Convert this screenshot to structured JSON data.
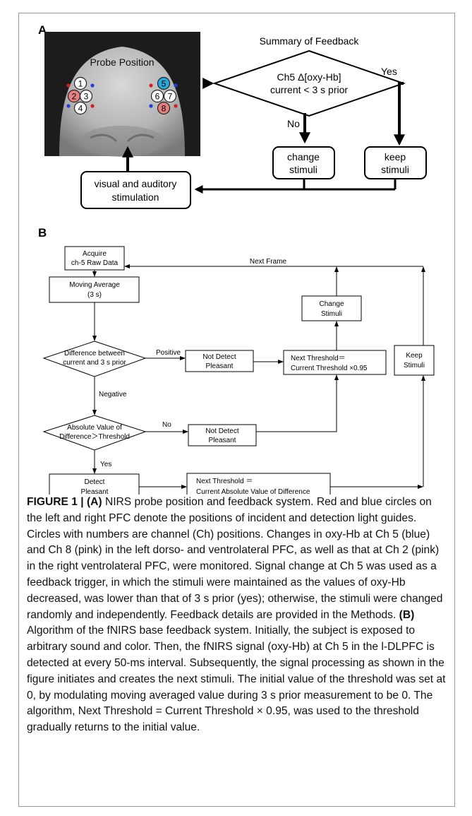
{
  "panel_a": {
    "label": "A",
    "probe_title": "Probe Position",
    "channels": [
      "1",
      "2",
      "3",
      "4",
      "5",
      "6",
      "7",
      "8"
    ],
    "summary_title": "Summary of Feedback",
    "decision_line1": "Ch5 Δ[oxy-Hb]",
    "decision_line2": "current < 3 s prior",
    "yes": "Yes",
    "no": "No",
    "change_line1": "change",
    "change_line2": "stimuli",
    "keep_line1": "keep",
    "keep_line2": "stimuli",
    "visual_line1": "visual and auditory",
    "visual_line2": "stimulation",
    "colors": {
      "ch_blue": "#29a8dc",
      "ch_pink": "#e88080",
      "dot_red": "#d42020",
      "dot_blue": "#1f3fd6",
      "photo_bg": "#1a1a1a"
    }
  },
  "panel_b": {
    "label": "B",
    "acquire_line1": "Acquire",
    "acquire_line2": "ch-5 Raw Data",
    "next_frame": "Next Frame",
    "moving_line1": "Moving Average",
    "moving_line2": "(3 s)",
    "diff_line1": "Difference between",
    "diff_line2": "current and 3 s prior",
    "positive": "Positive",
    "negative": "Negative",
    "notdetect1_line1": "Not Detect",
    "notdetect1_line2": "Pleasant",
    "nextthr1_line1": "Next Threshold＝",
    "nextthr1_line2": "Current Threshold ×0.95",
    "change_line1": "Change",
    "change_line2": "Stimuli",
    "keep_line1": "Keep",
    "keep_line2": "Stimuli",
    "abs_line1": "Absolute Value of",
    "abs_line2": "Difference＞Threshold",
    "no": "No",
    "yes": "Yes",
    "notdetect2_line1": "Not Detect",
    "notdetect2_line2": "Pleasant",
    "detect_line1": "Detect",
    "detect_line2": "Pleasant",
    "nextthr2_line1": "Next Threshold ＝",
    "nextthr2_line2": "Current Absolute Value of Difference"
  },
  "caption": {
    "label": "FIGURE 1 | ",
    "a_tag": "(A)",
    "a_text": " NIRS probe position and feedback system. Red and blue circles on the left and right PFC denote the positions of incident and detection light guides. Circles with numbers are channel (Ch) positions. Changes in oxy-Hb at Ch 5 (blue) and Ch 8 (pink) in the left dorso- and ventrolateral PFC, as well as that at Ch 2 (pink) in the right ventrolateral PFC, were monitored. Signal change at Ch 5 was used as a feedback trigger, in which the stimuli were maintained as the values of oxy-Hb decreased, was lower than that of 3 s prior (yes); otherwise, the stimuli were changed randomly and independently. Feedback details are provided in the Methods. ",
    "b_tag": "(B)",
    "b_text": " Algorithm of the fNIRS base feedback system. Initially, the subject is exposed to arbitrary sound and color. Then, the fNIRS signal (oxy-Hb) at Ch 5 in the l-DLPFC is detected at every 50-ms interval. Subsequently, the signal processing as shown in the figure initiates and creates the next stimuli. The initial value of the threshold was set at 0, by modulating moving averaged value during 3 s prior measurement to be 0. The algorithm, Next Threshold = Current Threshold × 0.95, was used to the threshold gradually returns to the initial value."
  }
}
